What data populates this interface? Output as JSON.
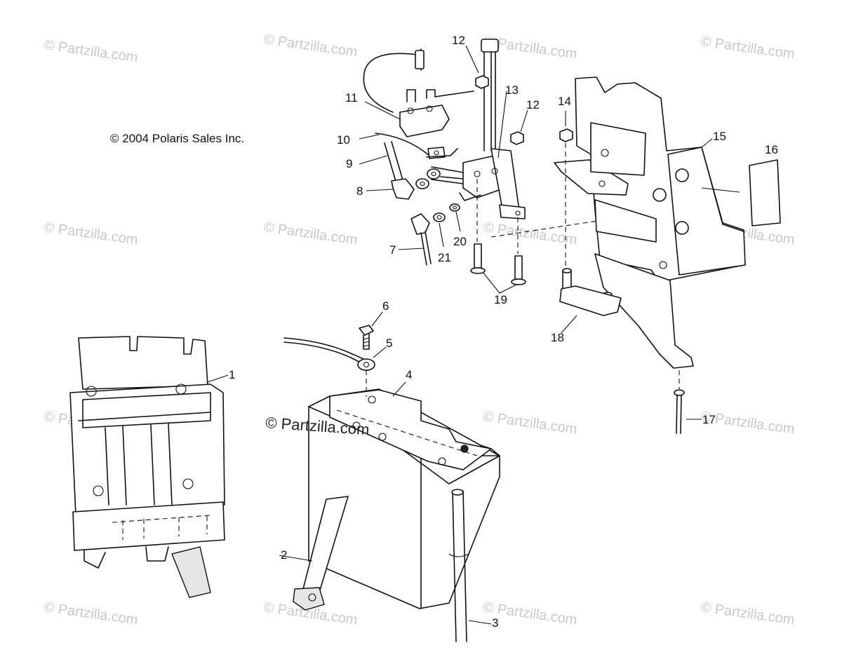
{
  "copyright": "© 2004 Polaris Sales Inc.",
  "watermark": "© Partzilla.com",
  "callouts": {
    "c1": "1",
    "c2": "2",
    "c3": "3",
    "c4": "4",
    "c5": "5",
    "c6": "6",
    "c7": "7",
    "c8": "8",
    "c9": "9",
    "c10": "10",
    "c11": "11",
    "c12a": "12",
    "c12b": "12",
    "c13": "13",
    "c14": "14",
    "c15": "15",
    "c16": "16",
    "c17": "17",
    "c18": "18",
    "c19": "19",
    "c20": "20",
    "c21": "21"
  }
}
